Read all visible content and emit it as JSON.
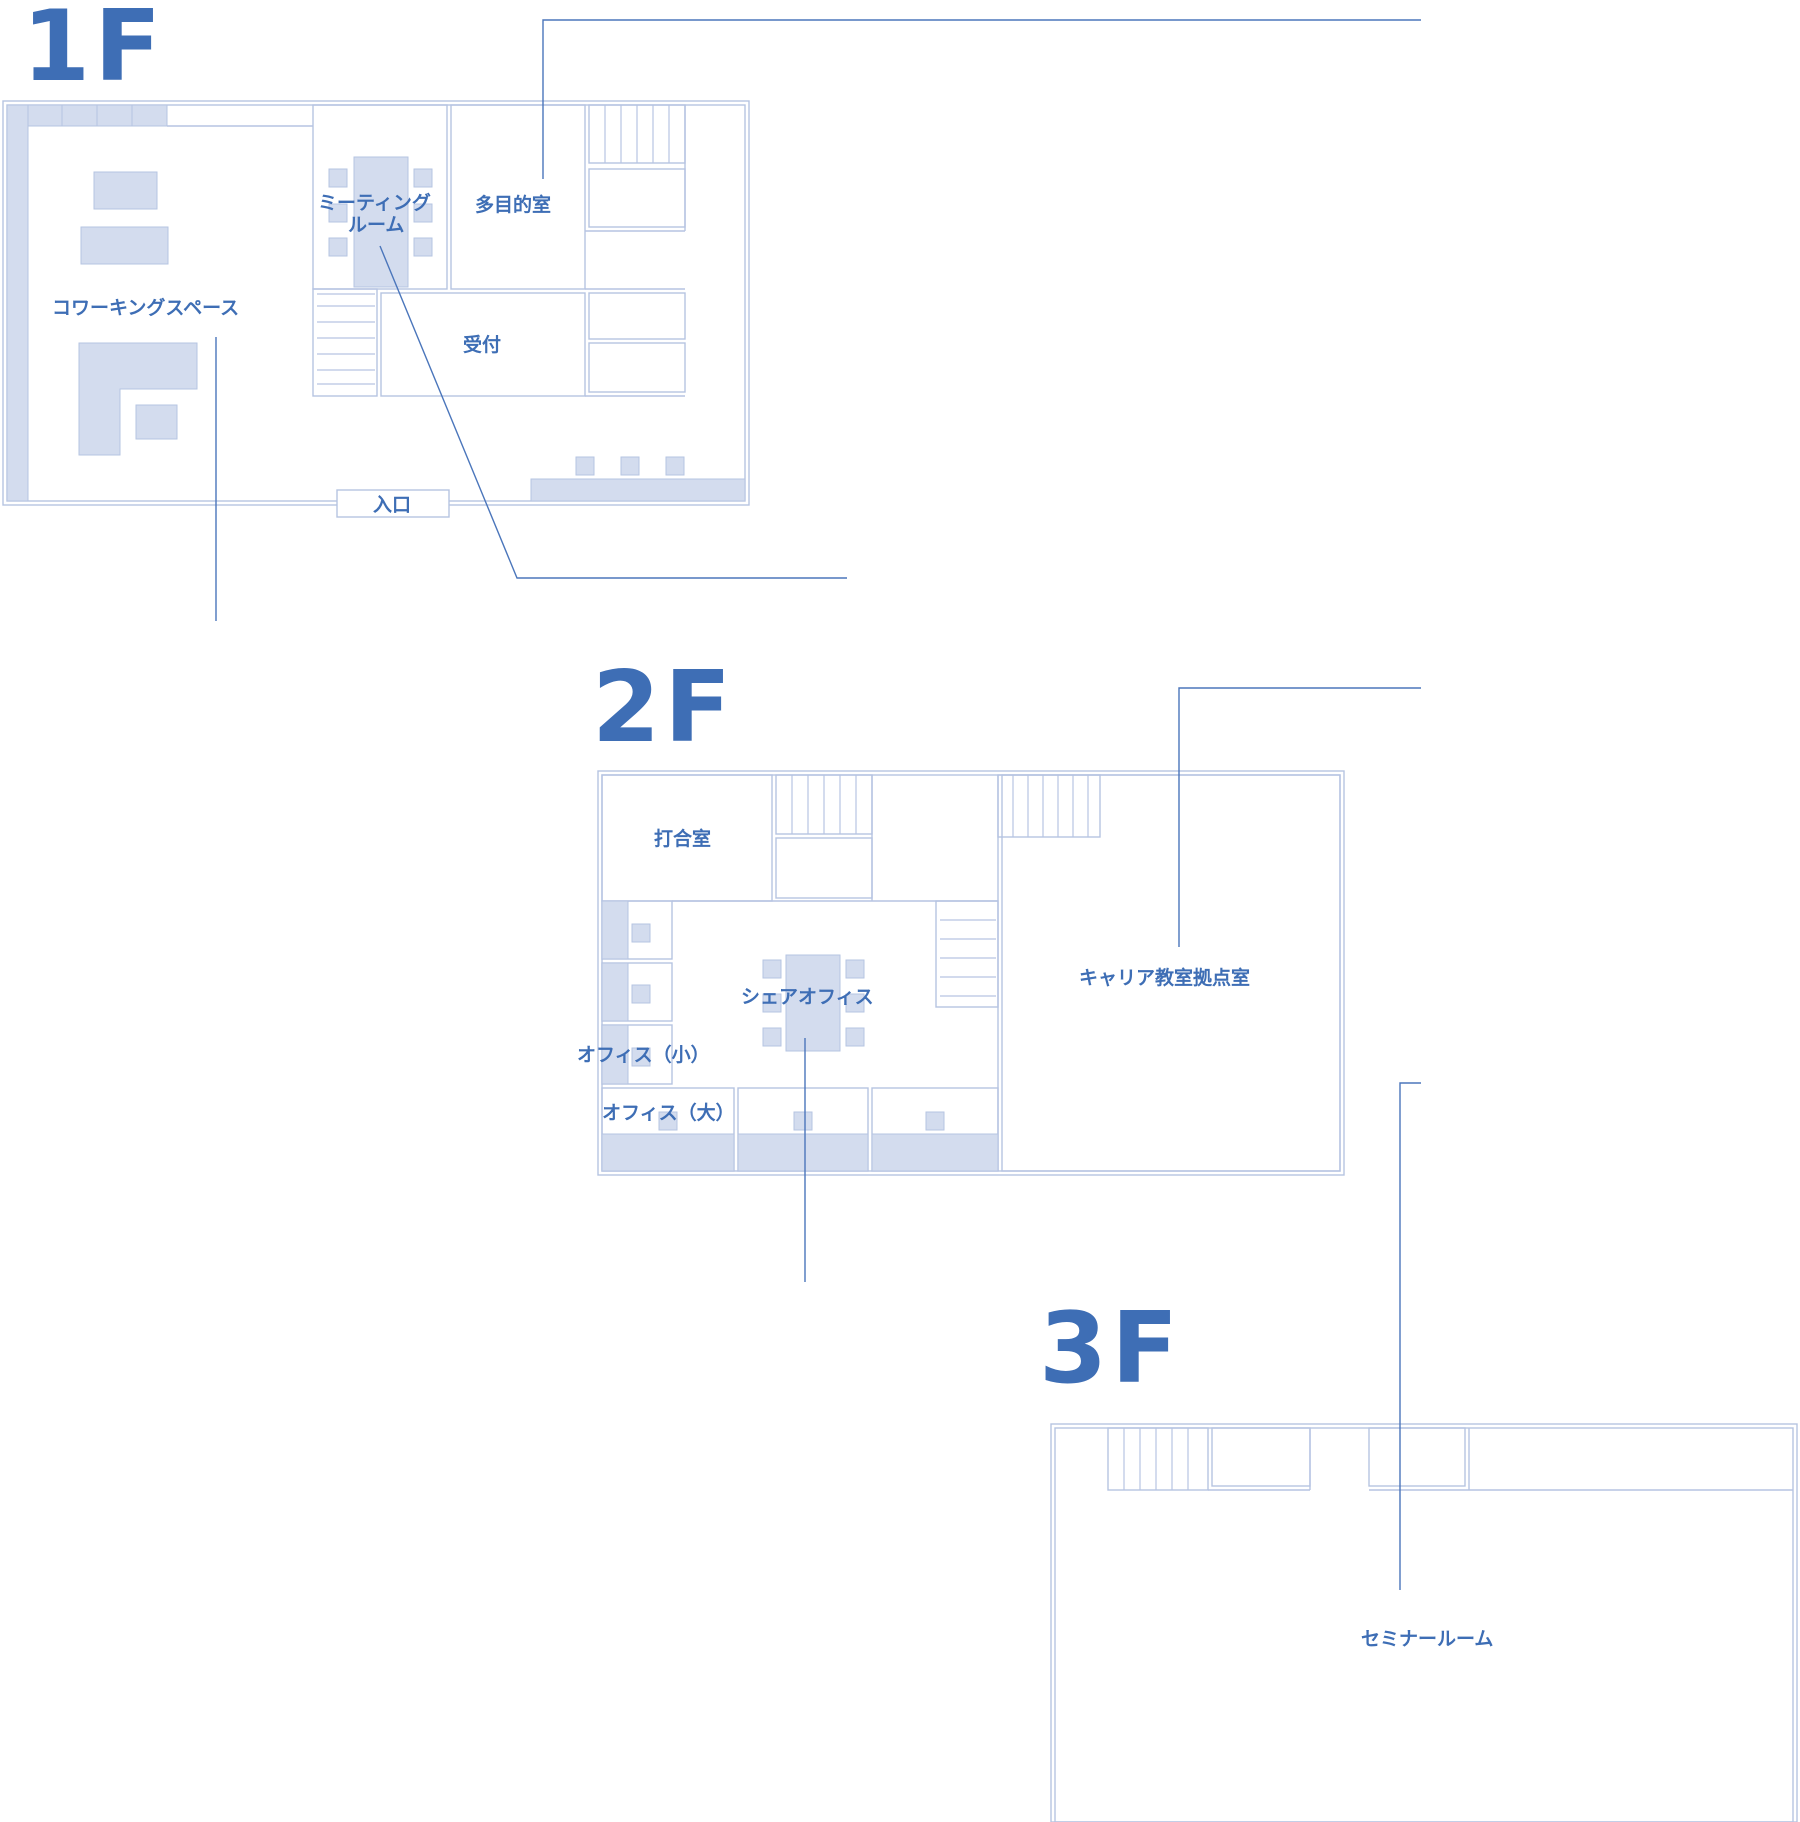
{
  "colors": {
    "accent": "#3e6eb5",
    "wall": "#b6c4e2",
    "furniture": "#d3dcee",
    "leader": "#4b76bb"
  },
  "floors": [
    {
      "label": "1F",
      "rooms": {
        "coworking": "コワーキングスペース",
        "meeting_line1": "ミーティング",
        "meeting_line2": "ルーム",
        "multipurpose": "多目的室",
        "reception": "受付",
        "entrance": "入口"
      }
    },
    {
      "label": "2F",
      "rooms": {
        "meeting_small": "打合室",
        "share_office": "シェアオフィス",
        "office_small": "オフィス（小）",
        "office_large": "オフィス（大）",
        "career_room": "キャリア教室拠点室"
      }
    },
    {
      "label": "3F",
      "rooms": {
        "seminar": "セミナールーム"
      }
    }
  ]
}
